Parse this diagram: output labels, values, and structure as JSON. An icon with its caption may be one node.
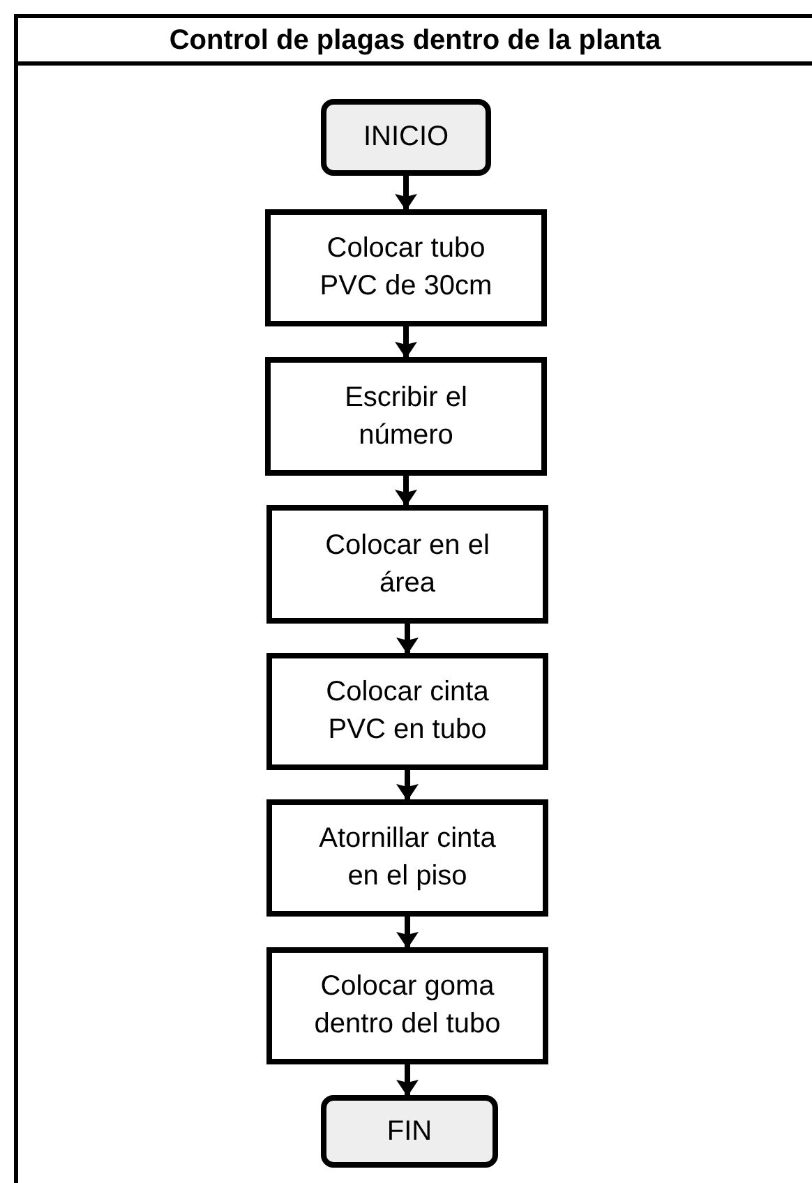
{
  "diagram": {
    "title": "Control de plagas dentro de la planta",
    "nodes": [
      {
        "text": [
          "INICIO"
        ]
      },
      {
        "text": [
          "Colocar tubo PVC de 30cm"
        ]
      },
      {
        "text": [
          "Escribir el número"
        ]
      },
      {
        "text": [
          "Colocar en el área"
        ]
      },
      {
        "text": [
          "Colocar cinta PVC en tubo"
        ]
      },
      {
        "text": [
          "Atornillar cinta en el piso"
        ]
      },
      {
        "text": [
          "Colocar goma dentro del tubo"
        ]
      },
      {
        "text": [
          "FIN"
        ]
      }
    ],
    "edges": [
      {
        "from": 0,
        "to": 1,
        "arrow": "to"
      },
      {
        "from": 1,
        "to": 2,
        "arrow": "to"
      },
      {
        "from": 2,
        "to": 3,
        "arrow": "to"
      },
      {
        "from": 3,
        "to": 4,
        "arrow": "to"
      },
      {
        "from": 4,
        "to": 5,
        "arrow": "to"
      },
      {
        "from": 5,
        "to": 6,
        "arrow": "to"
      },
      {
        "from": 6,
        "to": 7,
        "arrow": "to"
      }
    ]
  }
}
